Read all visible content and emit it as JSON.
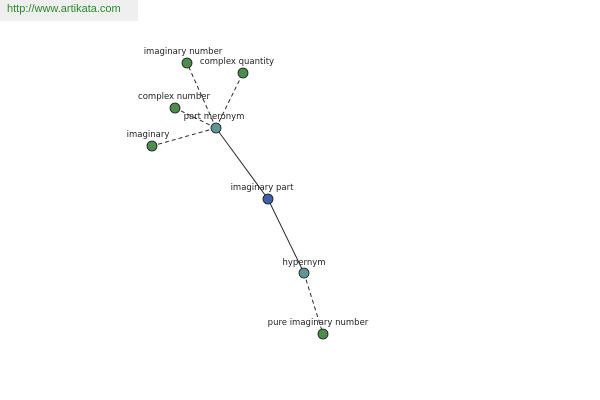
{
  "source_url": "http://www.artikata.com",
  "colors": {
    "leaf": "#4f8a4f",
    "relation": "#5f9595",
    "center": "#3f5fa6",
    "stroke": "#2a2a2a",
    "url_text": "#2a8a2a"
  },
  "nodes": {
    "imaginary_number": {
      "label": "imaginary number",
      "kind": "leaf"
    },
    "complex_quantity": {
      "label": "complex quantity",
      "kind": "leaf"
    },
    "complex_number": {
      "label": "complex number",
      "kind": "leaf"
    },
    "imaginary": {
      "label": "imaginary",
      "kind": "leaf"
    },
    "part_meronym": {
      "label": "part meronym",
      "kind": "relation"
    },
    "imaginary_part": {
      "label": "imaginary part",
      "kind": "center"
    },
    "hypernym": {
      "label": "hypernym",
      "kind": "relation"
    },
    "pure_imaginary_number": {
      "label": "pure imaginary number",
      "kind": "leaf"
    }
  },
  "edges": [
    {
      "from": "imaginary_part",
      "to": "part_meronym",
      "style": "solid"
    },
    {
      "from": "imaginary_part",
      "to": "hypernym",
      "style": "solid"
    },
    {
      "from": "part_meronym",
      "to": "imaginary_number",
      "style": "dashed"
    },
    {
      "from": "part_meronym",
      "to": "complex_quantity",
      "style": "dashed"
    },
    {
      "from": "part_meronym",
      "to": "complex_number",
      "style": "dashed"
    },
    {
      "from": "part_meronym",
      "to": "imaginary",
      "style": "dashed"
    },
    {
      "from": "hypernym",
      "to": "pure_imaginary_number",
      "style": "dashed"
    }
  ]
}
